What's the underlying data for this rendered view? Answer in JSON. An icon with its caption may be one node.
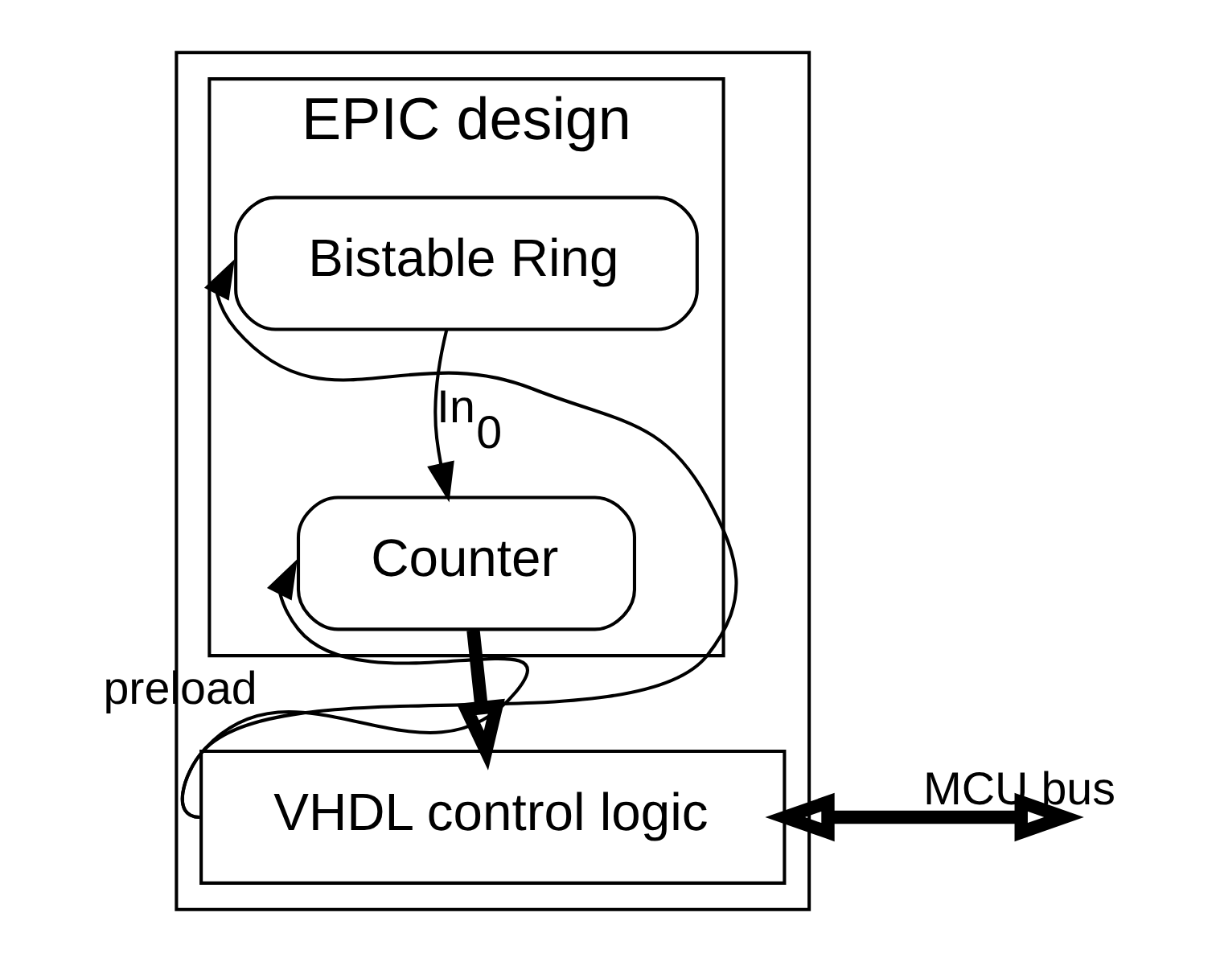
{
  "diagram": {
    "nodes": [
      {
        "text": [],
        "shape": "box"
      },
      {
        "text": [
          "EPIC design"
        ],
        "in": 0
      },
      {
        "text": [
          "Bistable Ring"
        ],
        "in": 1
      },
      {
        "text": [
          "Counter"
        ],
        "in": 1
      },
      {
        "text": [
          "VHDL control logic"
        ],
        "in": 0
      }
    ],
    "edges": [
      {
        "from": 2,
        "to": 3,
        "arrow": "to",
        "label": "In$_{0}$"
      },
      {
        "from": 3,
        "to": 4,
        "arrow": "to",
        "style": "thick"
      },
      {
        "from": 4,
        "to": 2,
        "arrow": "to"
      },
      {
        "from": 4,
        "to": 3,
        "arrow": "to",
        "label": "preload"
      },
      {
        "from": 4,
        "to": null,
        "arrow": "both",
        "label": "MCU bus",
        "style": "thick"
      }
    ]
  }
}
